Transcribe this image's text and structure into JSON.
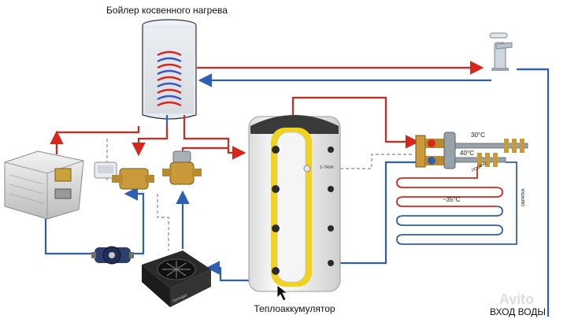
{
  "labels": {
    "boiler_title": "Бойлер косвенного нагрева",
    "accumulator_title": "Теплоаккумулятор",
    "water_inlet": "ВХОД ВОДЫ",
    "temp_30": "30°C",
    "temp_40": "40°C",
    "temp_35": "~35°C",
    "supply": "ПОДАЧА",
    "return": "ОБРАТКА",
    "tank_brand": "S-TANK",
    "fancoil_brand": "Sonniger",
    "watermark": "Avito"
  },
  "colors": {
    "hot": "#d9261c",
    "cold": "#2f5fb3",
    "dashed": "#9a9a9a",
    "tank_insulation": "#f2d21a",
    "tank_body": "#f4f4f4",
    "tank_cap": "#3a3a3a"
  },
  "icons": {
    "faucet": "faucet-icon",
    "pump": "circulation-pump-icon",
    "valve": "three-way-valve-icon",
    "mixer": "thermostatic-mixer-icon",
    "heater": "electric-boiler-icon",
    "fan": "fancoil-icon"
  }
}
